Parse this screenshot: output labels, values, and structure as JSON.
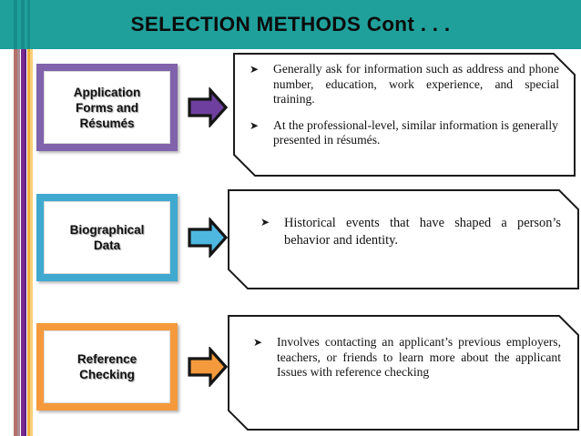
{
  "slide": {
    "title": "SELECTION METHODS Cont . . .",
    "background": "#ffffff"
  },
  "header": {
    "title": "SELECTION METHODS Cont . . .",
    "background_color": "#1fa09b",
    "text_color": "#0b0b0b"
  },
  "left_stripes": [
    {
      "name": "stripe-rose",
      "color": "#b5716a",
      "x": 15,
      "width": 4
    },
    {
      "name": "stripe-mauve",
      "color": "#a98a92",
      "x": 19,
      "width": 3
    },
    {
      "name": "stripe-purple",
      "color": "#7a2a8f",
      "x": 23,
      "width": 4
    },
    {
      "name": "stripe-violet",
      "color": "#5b1f86",
      "x": 27,
      "width": 2
    },
    {
      "name": "stripe-amber",
      "color": "#f0ae3c",
      "x": 30,
      "width": 3
    },
    {
      "name": "stripe-gold",
      "color": "#f7d079",
      "x": 33,
      "width": 3
    }
  ],
  "rows": [
    {
      "id": "application-forms",
      "box": {
        "label": "Application\nForms and\nRésumés",
        "label_lines": [
          "Application",
          "Forms and",
          "Résumés"
        ],
        "border_color": "#8063ab",
        "fill_color": "#ffffff"
      },
      "arrow": {
        "name": "arrow-right-purple",
        "fill_color": "#6e3f9e",
        "outline_color": "#1a1a1a"
      },
      "callout": {
        "bullets": [
          {
            "glyph": "➤",
            "text": "Generally ask for information such as address and phone number, education, work experience, and special training."
          },
          {
            "glyph": "➤",
            "text": "At the professional-level, similar information is generally presented in résumés."
          }
        ]
      }
    },
    {
      "id": "biographical-data",
      "box": {
        "label": "Biographical\nData",
        "label_lines": [
          "Biographical",
          "Data"
        ],
        "border_color": "#3fa9cf",
        "fill_color": "#ffffff"
      },
      "arrow": {
        "name": "arrow-right-blue",
        "fill_color": "#4fb8e0",
        "outline_color": "#1a1a1a"
      },
      "callout": {
        "bullets": [
          {
            "glyph": "➤",
            "text": " Historical events that have shaped a person’s behavior and identity."
          }
        ]
      }
    },
    {
      "id": "reference-checking",
      "box": {
        "label": "Reference\nChecking",
        "label_lines": [
          "Reference",
          "Checking"
        ],
        "border_color": "#f59a3c",
        "fill_color": "#ffffff"
      },
      "arrow": {
        "name": "arrow-right-orange",
        "fill_color": "#f59a3c",
        "outline_color": "#1a1a1a"
      },
      "callout": {
        "bullets": [
          {
            "glyph": "➤",
            "text": "Involves contacting an applicant’s previous employers, teachers, or friends to learn more about the applicant   Issues with reference checking"
          }
        ]
      }
    }
  ]
}
